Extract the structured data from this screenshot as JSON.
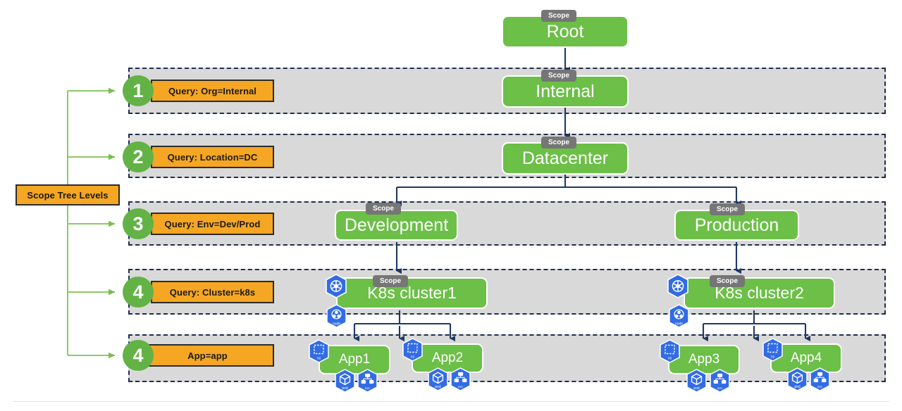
{
  "diagram": {
    "title": "Scope Tree Levels",
    "legend_box_label": "Scope Tree Levels",
    "scope_tag_label": "Scope",
    "colors": {
      "band_fill": "#d9d9d9",
      "band_border": "#1f2d4d",
      "orange": "#f5a623",
      "green_node": "#6cbf47",
      "green_circle": "#62b245",
      "green_arrow": "#78be4e",
      "grey_tag": "#767676",
      "k8s_blue": "#326ce5",
      "connector": "#1f3864"
    }
  },
  "levels": [
    {
      "number": "1",
      "query": "Query: Org=Internal"
    },
    {
      "number": "2",
      "query": "Query: Location=DC"
    },
    {
      "number": "3",
      "query": "Query: Env=Dev/Prod"
    },
    {
      "number": "4",
      "query": "Query: Cluster=k8s"
    },
    {
      "number": "4",
      "query": "App=app"
    }
  ],
  "tree": {
    "root": {
      "label": "Root",
      "scope_tag": "Scope"
    },
    "internal": {
      "label": "Internal",
      "scope_tag": "Scope"
    },
    "datacenter": {
      "label": "Datacenter",
      "scope_tag": "Scope"
    },
    "development": {
      "label": "Development",
      "scope_tag": "Scope"
    },
    "production": {
      "label": "Production",
      "scope_tag": "Scope"
    },
    "cluster1": {
      "label": "K8s cluster1",
      "scope_tag": "Scope"
    },
    "cluster2": {
      "label": "K8s cluster2",
      "scope_tag": "Scope"
    },
    "app1": {
      "label": "App1"
    },
    "app2": {
      "label": "App2"
    },
    "app3": {
      "label": "App3"
    },
    "app4": {
      "label": "App4"
    }
  },
  "k8s_icons": {
    "helm": "k8s-helm-icon",
    "node": "node",
    "namespace": "ns",
    "pod": "pod",
    "service": "svc"
  }
}
